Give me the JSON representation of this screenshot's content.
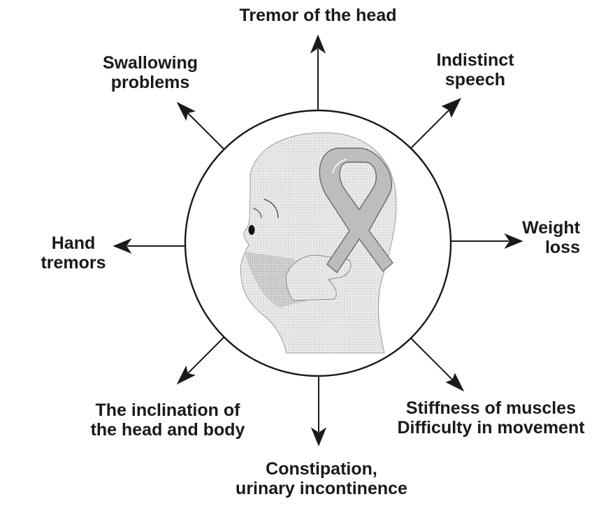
{
  "center_image": "head-with-ribbon-illustration",
  "symptoms": {
    "top": {
      "lines": [
        "Tremor of the head"
      ]
    },
    "top_left": {
      "lines": [
        "Swallowing",
        "problems"
      ]
    },
    "top_right": {
      "lines": [
        "Indistinct",
        "speech"
      ]
    },
    "left": {
      "lines": [
        "Hand",
        "tremors"
      ]
    },
    "right": {
      "lines": [
        "Weight",
        "loss"
      ]
    },
    "bottom_left": {
      "lines": [
        "The inclination of",
        "the head and body"
      ]
    },
    "bottom": {
      "lines": [
        "Constipation,",
        "urinary incontinence"
      ]
    },
    "bottom_right": {
      "lines": [
        "Stiffness of muscles",
        "Difficulty in movement"
      ]
    }
  },
  "colors": {
    "line": "#1a1a1a",
    "ribbon": "#b9b9b9",
    "head": "#d4d4d4"
  }
}
